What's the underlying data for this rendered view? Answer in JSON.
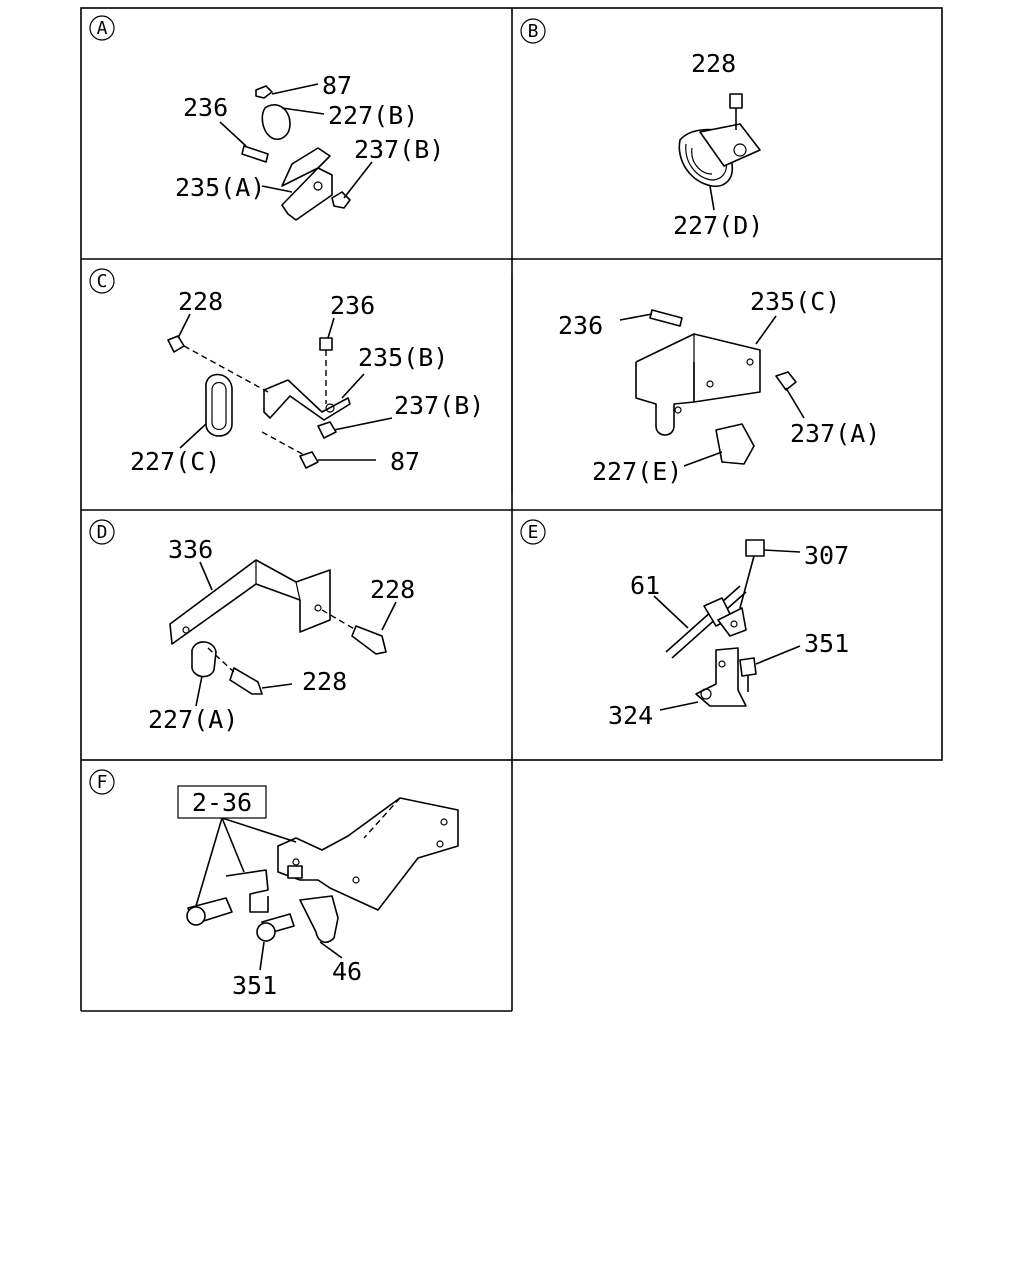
{
  "panels": {
    "A": {
      "badge": "A",
      "labels": {
        "l87": "87",
        "l236": "236",
        "l227b": "227(B)",
        "l237b": "237(B)",
        "l235a": "235(A)"
      }
    },
    "B": {
      "badge": "B",
      "labels": {
        "l228": "228",
        "l227d": "227(D)"
      }
    },
    "C": {
      "badge": "C",
      "labels": {
        "l228": "228",
        "l236": "236",
        "l235b": "235(B)",
        "l237b": "237(B)",
        "l227c": "227(C)",
        "l87": "87"
      }
    },
    "C2": {
      "labels": {
        "l236": "236",
        "l235c": "235(C)",
        "l237a": "237(A)",
        "l227e": "227(E)"
      }
    },
    "D": {
      "badge": "D",
      "labels": {
        "l336": "336",
        "l228a": "228",
        "l228b": "228",
        "l227a": "227(A)"
      }
    },
    "E": {
      "badge": "E",
      "labels": {
        "l307": "307",
        "l61": "61",
        "l351": "351",
        "l324": "324"
      }
    },
    "F": {
      "badge": "F",
      "labels": {
        "ref": "2-36",
        "l351": "351",
        "l46": "46"
      }
    }
  }
}
